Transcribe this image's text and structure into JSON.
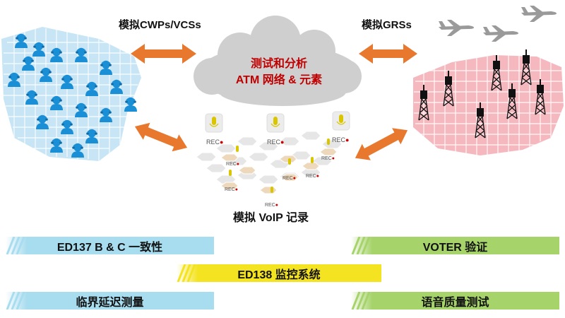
{
  "labels": {
    "cwp": "模拟CWPs/VCSs",
    "grs": "模拟GRSs",
    "voip": "模拟 VoIP 记录",
    "cloud_line1": "测试和分析",
    "cloud_line2": "ATM 网络 & 元素",
    "rec": "REC"
  },
  "bars": {
    "ed137": "ED137 B & C 一致性",
    "voter": "VOTER 验证",
    "ed138": "ED138 监控系统",
    "latency": "临界延迟测量",
    "voice": "语音质量测试"
  },
  "colors": {
    "blue_bar": "#a8dcef",
    "green_bar": "#a6d36a",
    "yellow_bar": "#f4e320",
    "cloud": "#cfcfcf",
    "cloud_text": "#c00000",
    "arrow": "#e8782d",
    "left_hex": "#c7e5f5",
    "right_hex": "#f4b8be",
    "mid_hex": "#e8e8e8",
    "mid_hex_alt": "#f0dcc0",
    "person": "#1a8fd6",
    "plane": "#9a9a9a",
    "tower": "#111111"
  },
  "icons": {
    "people": "headset-operator-icon",
    "towers": "radio-tower-icon",
    "planes": "airplane-icon",
    "mics": "microphone-icon"
  }
}
